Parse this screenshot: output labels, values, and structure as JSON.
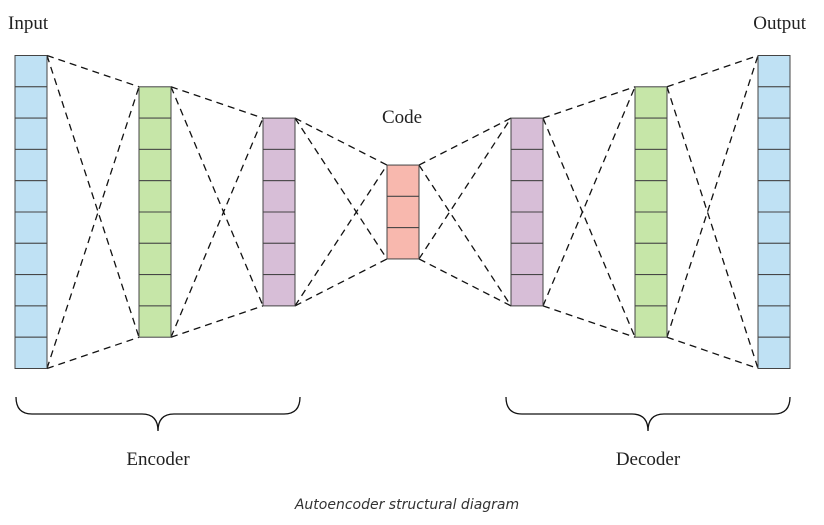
{
  "labels": {
    "input": "Input",
    "output": "Output",
    "code": "Code",
    "encoder": "Encoder",
    "decoder": "Decoder",
    "caption": "Autoencoder structural diagram"
  },
  "colors": {
    "blue": "#bfe1f4",
    "green": "#c6e6a8",
    "purple": "#d7bed7",
    "red": "#f8b8ae",
    "line": "#111111"
  },
  "layers": [
    {
      "id": "input",
      "cells": 10,
      "color": "blue"
    },
    {
      "id": "encoder-hidden-1",
      "cells": 8,
      "color": "green"
    },
    {
      "id": "encoder-hidden-2",
      "cells": 6,
      "color": "purple"
    },
    {
      "id": "code",
      "cells": 3,
      "color": "red"
    },
    {
      "id": "decoder-hidden-1",
      "cells": 6,
      "color": "purple"
    },
    {
      "id": "decoder-hidden-2",
      "cells": 8,
      "color": "green"
    },
    {
      "id": "output",
      "cells": 10,
      "color": "blue"
    }
  ]
}
